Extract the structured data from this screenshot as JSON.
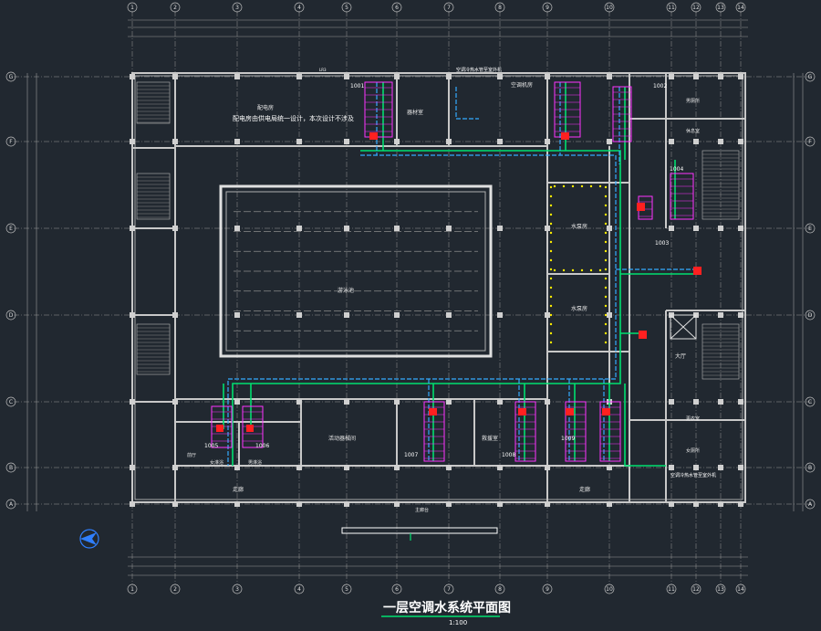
{
  "drawing": {
    "title": "一层空调水系统平面图",
    "scale": "1:100",
    "colors": {
      "background": "#212830",
      "wall": "#c8c8c8",
      "grid": "#9a9a9a",
      "pipe_supply": "#00e070",
      "pipe_return": "#33aaff",
      "equipment": "#ff33ff",
      "label": "#ff44ff",
      "title": "#ffffff",
      "title_underline": "#00e070",
      "red_marker": "#ff2020",
      "yellow_dot": "#ffee00",
      "north": "#2f7fff"
    }
  },
  "axes": {
    "columns": [
      "1",
      "2",
      "3",
      "4",
      "5",
      "6",
      "7",
      "8",
      "9",
      "10",
      "11",
      "12",
      "13",
      "14"
    ],
    "rows": [
      "G",
      "F",
      "E",
      "D",
      "C",
      "B",
      "A"
    ]
  },
  "rooms": {
    "pool_hall": "游泳池",
    "power_room": "配电房",
    "power_note": "配电房由供电局统一设计，本次设计不涉及",
    "equipment_room": "器材室",
    "ac_room": "空调机房",
    "pump_room": "水泵房",
    "activity_room": "活动器械间",
    "first_aid": "救援室",
    "lobby": "大厅",
    "female_shower": "女淋浴",
    "male_shower": "男淋浴",
    "mens_wc": "男厕所",
    "womens_wc": "女厕所",
    "corridor_south": "走廊",
    "corridor_north": "主廊台",
    "changing_room": "更衣室",
    "rest_room": "休息室",
    "entrance_hall": "前厅"
  },
  "equipment_tags": [
    "1001",
    "1002",
    "1003",
    "1004",
    "1005",
    "1006",
    "1007",
    "1008",
    "1009"
  ],
  "notes": {
    "top_pipe": "空调冷热水管至室外机",
    "bottom_pipe": "空调冷热水管至室外机",
    "riser": "LR3"
  }
}
